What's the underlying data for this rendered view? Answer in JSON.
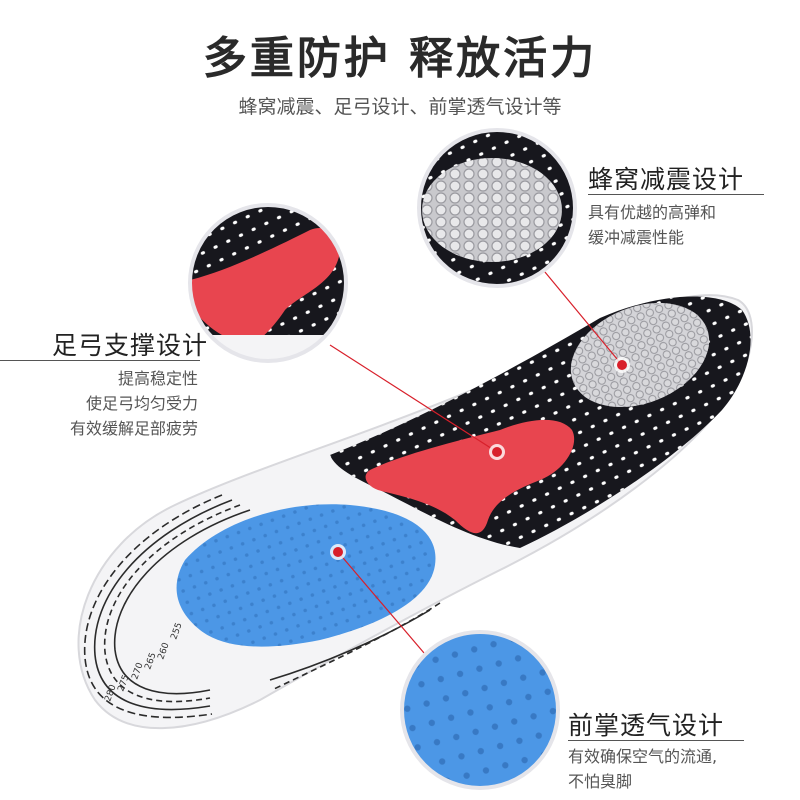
{
  "header": {
    "title": "多重防护 释放活力",
    "subtitle": "蜂窝减震、足弓设计、前掌透气设计等"
  },
  "features": {
    "honeycomb": {
      "title": "蜂窝减震设计",
      "desc": [
        "具有优越的高弹和",
        "缓冲减震性能"
      ]
    },
    "arch": {
      "title": "足弓支撑设计",
      "desc": [
        "提高稳定性",
        "使足弓均匀受力",
        "有效缓解足部疲劳"
      ]
    },
    "forefoot": {
      "title": "前掌透气设计",
      "desc": [
        "有效确保空气的流通,",
        "不怕臭脚"
      ]
    }
  },
  "size_marks": [
    "255",
    "260",
    "265",
    "270",
    "275",
    "280"
  ],
  "colors": {
    "black_top": "#17171d",
    "red_arch": "#e8454f",
    "blue_gel": "#4c97e6",
    "white_base": "#f4f4f6",
    "pointer_red": "#d81f2a"
  }
}
